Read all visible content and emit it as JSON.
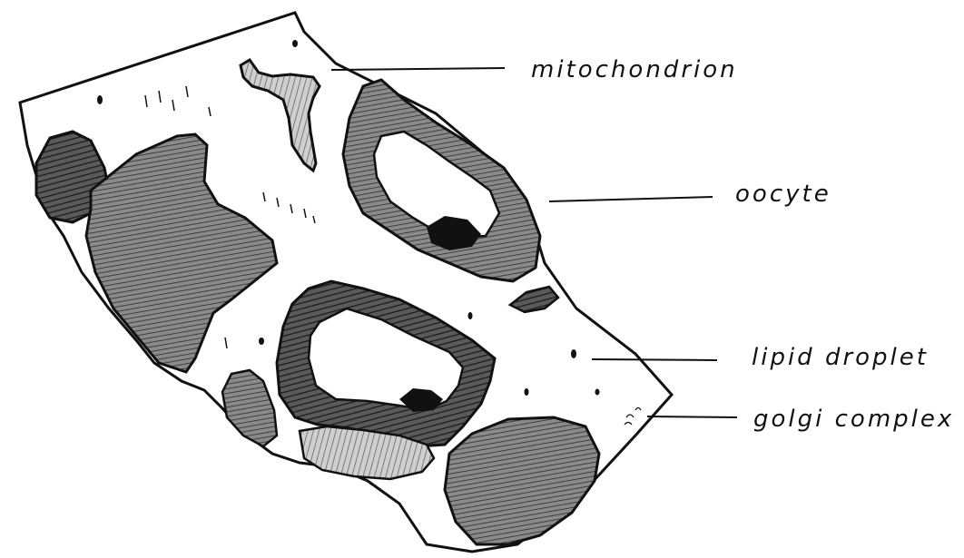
{
  "diagram": {
    "labels": {
      "mitochondrion": "mitochondrion",
      "oocyte": "oocyte",
      "lipid_droplet": "lipid droplet",
      "golgi_complex": "golgi complex"
    }
  },
  "colors": {
    "ink": "#111111",
    "paper": "#ffffff",
    "shade_dark": "#3a3a3a",
    "shade_mid": "#6e6e6e",
    "shade_light": "#a9a9a9"
  }
}
